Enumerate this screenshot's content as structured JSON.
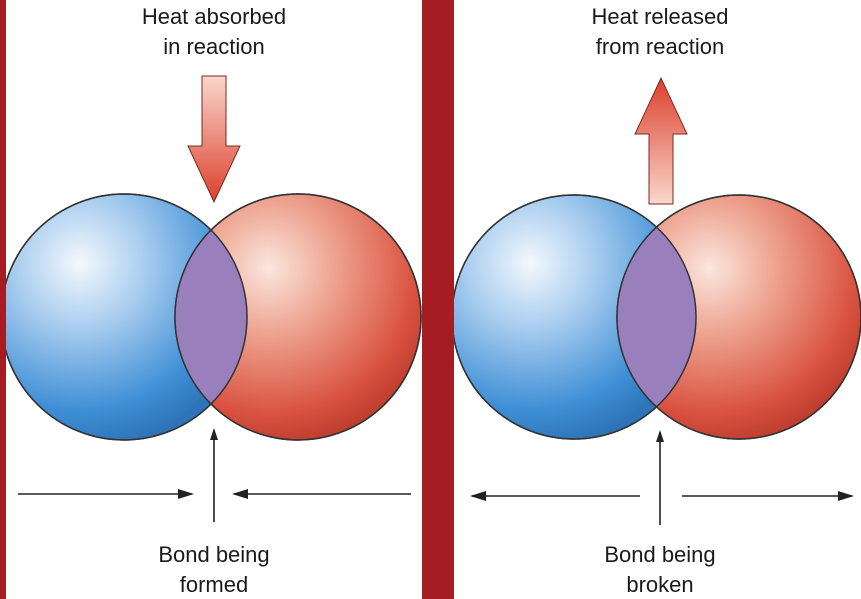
{
  "left_panel": {
    "heat_label": "Heat absorbed\nin reaction",
    "bond_label": "Bond being\nformed"
  },
  "right_panel": {
    "heat_label": "Heat released\nfrom reaction",
    "bond_label": "Bond being\nbroken"
  },
  "colors": {
    "background": "#a51c22",
    "atom_blue": "#3b8ed6",
    "atom_red": "#d9513f",
    "overlap": "#9a7fbd",
    "arrow": "#e04a35"
  }
}
